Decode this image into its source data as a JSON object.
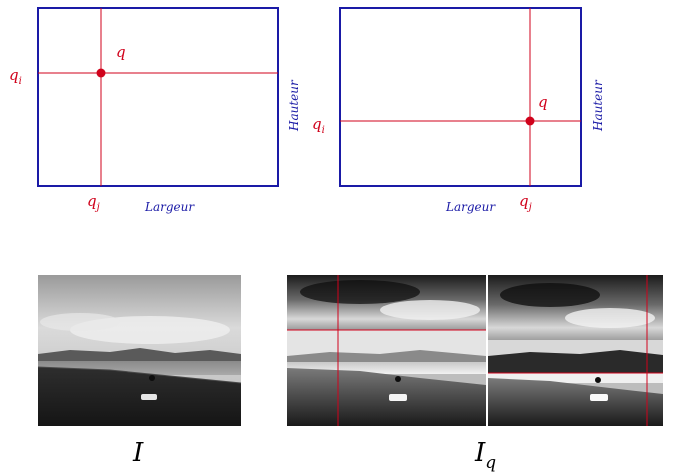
{
  "diagram_left": {
    "point_label": "q",
    "row_label": "q",
    "row_sub": "i",
    "col_label": "q",
    "col_sub": "j",
    "width_label": "Largeur",
    "height_label": "Hauteur"
  },
  "diagram_right": {
    "point_label": "q",
    "row_label": "q",
    "row_sub": "i",
    "col_label": "q",
    "col_sub": "j",
    "width_label": "Largeur",
    "height_label": "Hauteur"
  },
  "captions": {
    "original": "I",
    "transformed": "I",
    "transformed_sub": "q"
  },
  "colors": {
    "frame": "#1a1aa6",
    "crosshair": "#d0021b",
    "text": "#000000"
  }
}
